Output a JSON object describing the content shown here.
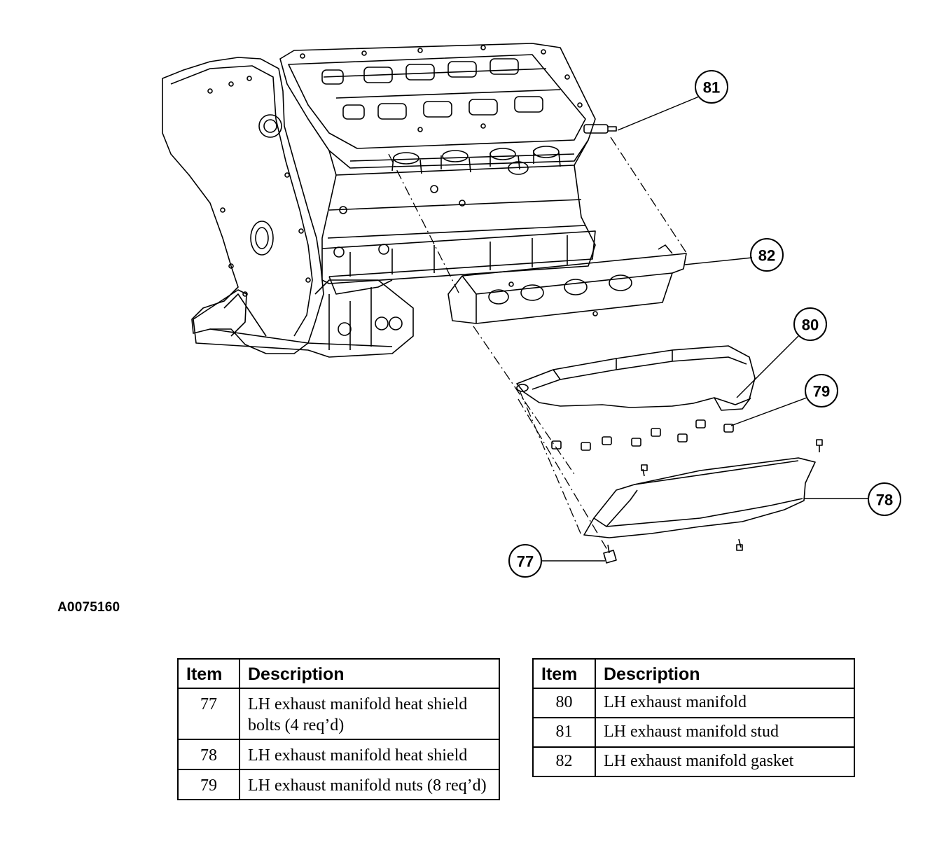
{
  "figure_id": "A0075160",
  "callouts": [
    {
      "id": "77",
      "label": "77"
    },
    {
      "id": "78",
      "label": "78"
    },
    {
      "id": "79",
      "label": "79"
    },
    {
      "id": "80",
      "label": "80"
    },
    {
      "id": "81",
      "label": "81"
    },
    {
      "id": "82",
      "label": "82"
    }
  ],
  "table_left": {
    "headers": [
      "Item",
      "Description"
    ],
    "rows": [
      {
        "item": "77",
        "description": "LH exhaust manifold heat shield bolts (4 req’d)"
      },
      {
        "item": "78",
        "description": "LH exhaust manifold heat shield"
      },
      {
        "item": "79",
        "description": "LH exhaust manifold nuts (8 req’d)"
      }
    ]
  },
  "table_right": {
    "headers": [
      "Item",
      "Description"
    ],
    "rows": [
      {
        "item": "80",
        "description": "LH exhaust manifold"
      },
      {
        "item": "81",
        "description": "LH exhaust manifold stud"
      },
      {
        "item": "82",
        "description": "LH exhaust manifold gasket"
      }
    ]
  }
}
